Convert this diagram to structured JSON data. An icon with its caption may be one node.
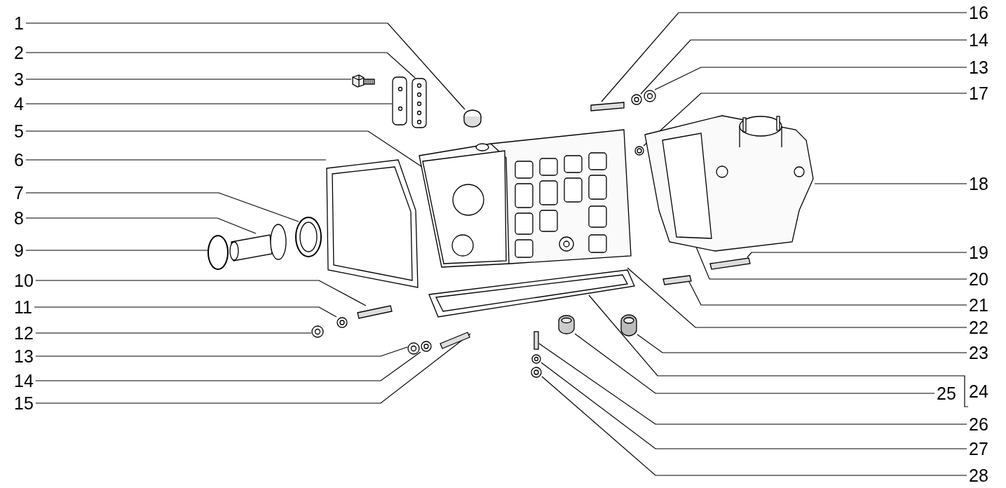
{
  "diagram": {
    "nodes": [
      {
        "text": [
          "1"
        ]
      },
      {
        "text": [
          "2"
        ]
      },
      {
        "text": [
          "3"
        ]
      },
      {
        "text": [
          "4"
        ]
      },
      {
        "text": [
          "5"
        ]
      },
      {
        "text": [
          "6"
        ]
      },
      {
        "text": [
          "7"
        ]
      },
      {
        "text": [
          "8"
        ]
      },
      {
        "text": [
          "9"
        ]
      },
      {
        "text": [
          "10"
        ]
      },
      {
        "text": [
          "11"
        ]
      },
      {
        "text": [
          "12"
        ]
      },
      {
        "text": [
          "13"
        ]
      },
      {
        "text": [
          "14"
        ]
      },
      {
        "text": [
          "15"
        ]
      },
      {
        "text": [
          "16"
        ]
      },
      {
        "text": [
          "14"
        ]
      },
      {
        "text": [
          "13"
        ]
      },
      {
        "text": [
          "17"
        ]
      },
      {
        "text": [
          "18"
        ]
      },
      {
        "text": [
          "19"
        ]
      },
      {
        "text": [
          "20"
        ]
      },
      {
        "text": [
          "21"
        ]
      },
      {
        "text": [
          "22"
        ]
      },
      {
        "text": [
          "23"
        ]
      },
      {
        "text": [
          "25"
        ]
      },
      {
        "text": [
          "24"
        ]
      },
      {
        "text": [
          "26"
        ]
      },
      {
        "text": [
          "27"
        ]
      },
      {
        "text": [
          "28"
        ]
      },
      {
        "text": [],
        "shape": "circle"
      },
      {
        "text": [],
        "shape": "picture"
      },
      {
        "text": [],
        "shape": "circle"
      },
      {
        "text": [],
        "shape": "circle"
      },
      {
        "text": [],
        "shape": "circle"
      },
      {
        "text": [],
        "shape": "picture"
      },
      {
        "text": [],
        "shape": "box"
      },
      {
        "text": [],
        "shape": "bar"
      },
      {
        "text": [],
        "shape": "box"
      },
      {
        "text": [],
        "shape": "circle"
      },
      {
        "text": [],
        "shape": "box"
      },
      {
        "text": [],
        "shape": "picture"
      },
      {
        "text": [],
        "shape": "circle"
      },
      {
        "text": [],
        "shape": "picture"
      },
      {
        "text": [],
        "shape": "bar"
      },
      {
        "text": [],
        "shape": "cylinder"
      },
      {
        "text": [],
        "shape": "circle"
      },
      {
        "text": [],
        "shape": "circle"
      },
      {
        "text": [],
        "shape": "bar"
      },
      {
        "text": [],
        "shape": "cylinder"
      },
      {
        "text": [],
        "shape": "bar"
      },
      {
        "text": [],
        "shape": "picture"
      },
      {
        "text": [],
        "shape": "cylinder"
      },
      {
        "text": [],
        "shape": "circle"
      },
      {
        "text": [],
        "shape": "circle"
      },
      {
        "text": [],
        "shape": "circle"
      },
      {
        "text": [],
        "shape": "bar"
      },
      {
        "text": [],
        "shape": "bar"
      }
    ],
    "edges": [
      {
        "from": 0,
        "to": 45,
        "arrow": "none"
      },
      {
        "from": 1,
        "to": 40,
        "arrow": "none"
      },
      {
        "from": 2,
        "to": 36,
        "arrow": "none"
      },
      {
        "from": 3,
        "to": 38,
        "arrow": "none"
      },
      {
        "from": 4,
        "to": 41,
        "arrow": "none"
      },
      {
        "from": 5,
        "to": 35,
        "arrow": "none"
      },
      {
        "from": 6,
        "to": 32,
        "arrow": "none"
      },
      {
        "from": 7,
        "to": 31,
        "arrow": "none"
      },
      {
        "from": 8,
        "to": 30,
        "arrow": "none"
      },
      {
        "from": 9,
        "to": 37,
        "arrow": "none"
      },
      {
        "from": 10,
        "to": 34,
        "arrow": "none"
      },
      {
        "from": 11,
        "to": 33,
        "arrow": "none"
      },
      {
        "from": 12,
        "to": 39,
        "arrow": "none"
      },
      {
        "from": 13,
        "to": 42,
        "arrow": "none"
      },
      {
        "from": 14,
        "to": 44,
        "arrow": "none"
      },
      {
        "from": 15,
        "to": 50,
        "arrow": "none"
      },
      {
        "from": 16,
        "to": 53,
        "arrow": "none"
      },
      {
        "from": 17,
        "to": 55,
        "arrow": "none"
      },
      {
        "from": 18,
        "to": 54,
        "arrow": "none"
      },
      {
        "from": 19,
        "to": 51,
        "arrow": "none"
      },
      {
        "from": 20,
        "to": 57,
        "arrow": "none"
      },
      {
        "from": 21,
        "to": 51,
        "arrow": "none"
      },
      {
        "from": 22,
        "to": 56,
        "arrow": "none"
      },
      {
        "from": 23,
        "to": 41,
        "arrow": "none"
      },
      {
        "from": 24,
        "to": 52,
        "arrow": "none"
      },
      {
        "from": 25,
        "to": 49,
        "arrow": "none"
      },
      {
        "from": 26,
        "to": 43,
        "arrow": "none"
      },
      {
        "from": 27,
        "to": 48,
        "arrow": "none"
      },
      {
        "from": 28,
        "to": 46,
        "arrow": "none"
      },
      {
        "from": 29,
        "to": 47,
        "arrow": "none"
      }
    ]
  }
}
